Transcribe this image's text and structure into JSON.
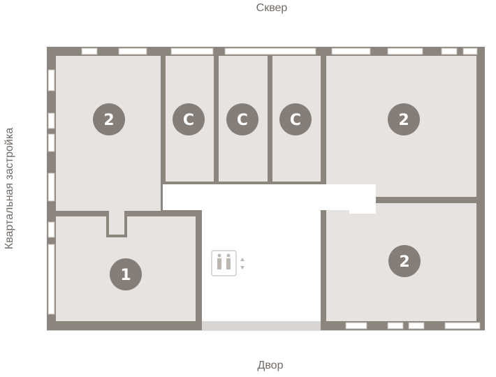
{
  "labels": {
    "top": "Сквер",
    "bottom": "Двор",
    "left": "Квартальная застройка"
  },
  "rooms": [
    {
      "label": "2"
    },
    {
      "label": "С"
    },
    {
      "label": "С"
    },
    {
      "label": "С"
    },
    {
      "label": "2"
    },
    {
      "label": "1"
    },
    {
      "label": "2"
    }
  ],
  "icons": {
    "lift": "elevator-icon",
    "arrows": "up-down-arrows-icon"
  },
  "colors": {
    "wall": "#8c857e",
    "room_fill": "#e6e3e0",
    "badge": "#857d77"
  }
}
